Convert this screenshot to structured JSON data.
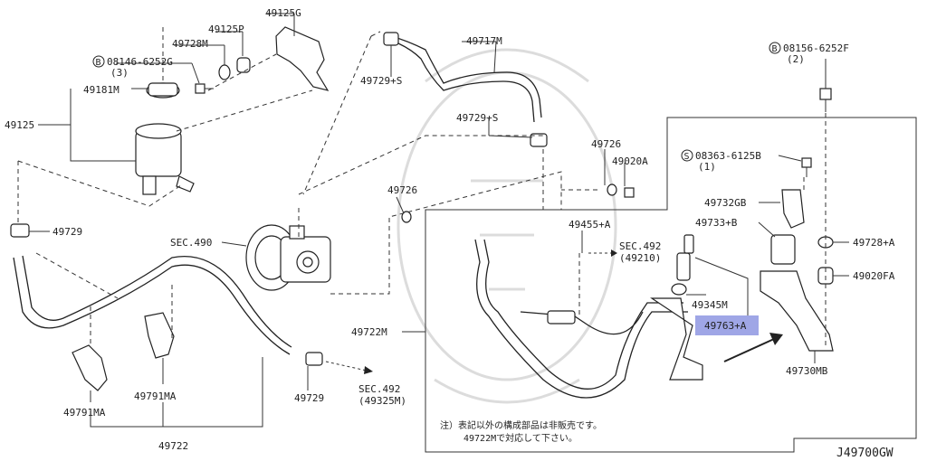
{
  "diagram_id": "J49700GW",
  "highlight_color": "#9fa6e6",
  "note_line1": "注）表記以外の構成部品は非販売です。",
  "note_line2": "49722Mで対応して下さい。",
  "labels": {
    "p49125G": "49125G",
    "p49125P": "49125P",
    "p49728M": "49728M",
    "b08146": "08146-6252G",
    "b08146_qty": "(3)",
    "p49181M": "49181M",
    "p49125": "49125",
    "p49729_top": "49729+S",
    "p49717M": "49717M",
    "p49729_s2": "49729+S",
    "b08156": "08156-6252F",
    "b08156_qty": "(2)",
    "p49726_a": "49726",
    "p49020A": "49020A",
    "s08363": "08363-6125B",
    "s08363_qty": "(1)",
    "p49726_b": "49726",
    "p49729_left": "49729",
    "sec490": "SEC.490",
    "p49455A": "49455+A",
    "sec492a": "SEC.492",
    "sec492a_sub": "(49210)",
    "p49732GB": "49732GB",
    "p49733B": "49733+B",
    "p49728A": "49728+A",
    "p49020FA": "49020FA",
    "p49345M": "49345M",
    "p49763A": "49763+A",
    "p49722M": "49722M",
    "p49730MB": "49730MB",
    "p49791MA_a": "49791MA",
    "p49791MA_b": "49791MA",
    "p49729_bottom": "49729",
    "sec492b": "SEC.492",
    "sec492b_sub": "(49325M)",
    "p49722": "49722",
    "circle_b": "B",
    "circle_s": "S"
  }
}
